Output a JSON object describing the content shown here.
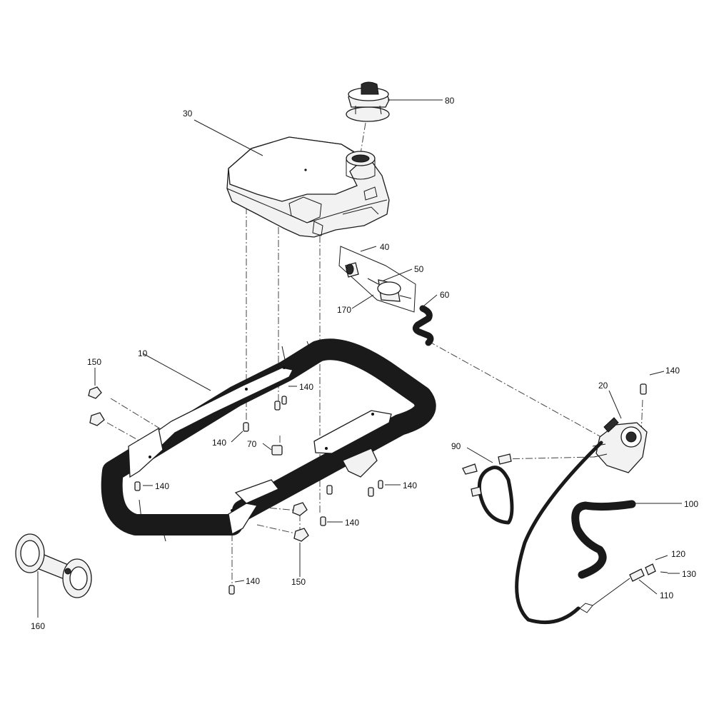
{
  "callouts": {
    "c10": "10",
    "c20": "20",
    "c30": "30",
    "c40": "40",
    "c50": "50",
    "c60": "60",
    "c70": "70",
    "c80": "80",
    "c90": "90",
    "c100": "100",
    "c110": "110",
    "c120": "120",
    "c130": "130",
    "c140": "140",
    "c150": "150",
    "c160": "160",
    "c170": "170"
  }
}
